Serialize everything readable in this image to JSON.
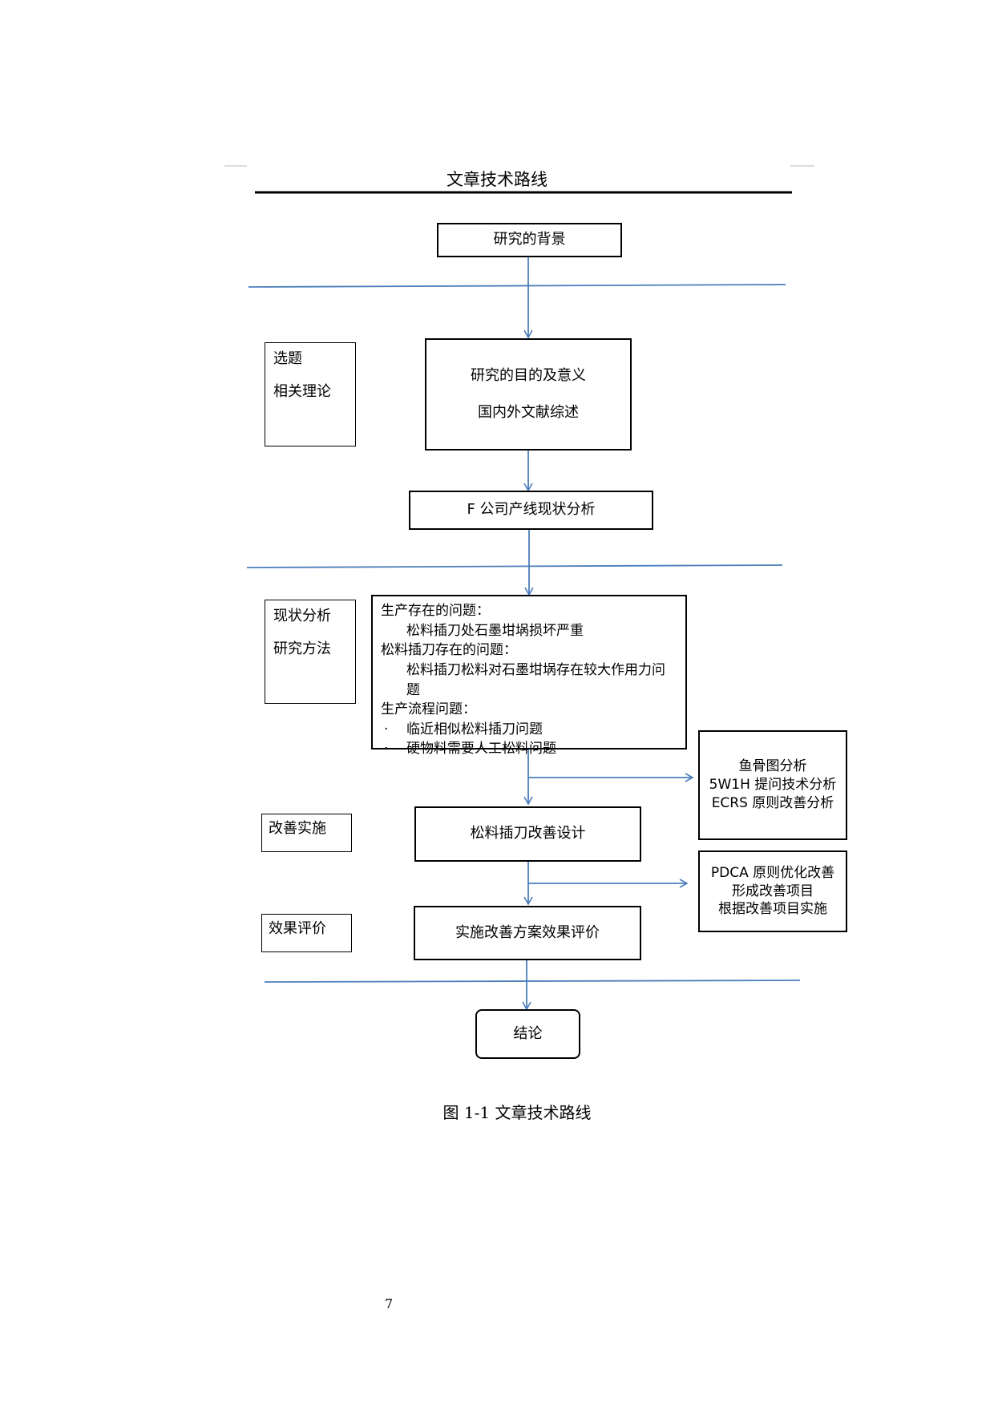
{
  "title": "文章技术路线",
  "flow": {
    "background": "研究的背景",
    "purpose": [
      "研究的目的及意义",
      "国内外文献综述"
    ],
    "current_state": "F 公司产线现状分析",
    "problems": {
      "h1": "生产存在的问题：",
      "i1": "松料插刀处石墨坩埚损坏严重",
      "h2": "松料插刀存在的问题：",
      "i2": "松料插刀松料对石墨坩埚存在较大作用力问题",
      "h3": "生产流程问题：",
      "b1": "临近相似松料插刀问题",
      "b2": "硬物料需要人工松料问题",
      "bullet": "·"
    },
    "design": "松料插刀改善设计",
    "evaluation": "实施改善方案效果评价",
    "conclusion": "结论"
  },
  "side_left": {
    "s1": [
      "选题",
      "相关理论"
    ],
    "s2": [
      "现状分析",
      "研究方法"
    ],
    "s3": "改善实施",
    "s4": "效果评价"
  },
  "side_right": {
    "analysis": [
      "鱼骨图分析",
      "5W1H 提问技术分析",
      "ECRS 原则改善分析"
    ],
    "pdca": [
      "PDCA 原则优化改善",
      "形成改善项目",
      "根据改善项目实施"
    ]
  },
  "caption": "图 1-1 文章技术路线",
  "page_number": "7",
  "colors": {
    "line": "#4a7ebb",
    "border": "#000000"
  }
}
